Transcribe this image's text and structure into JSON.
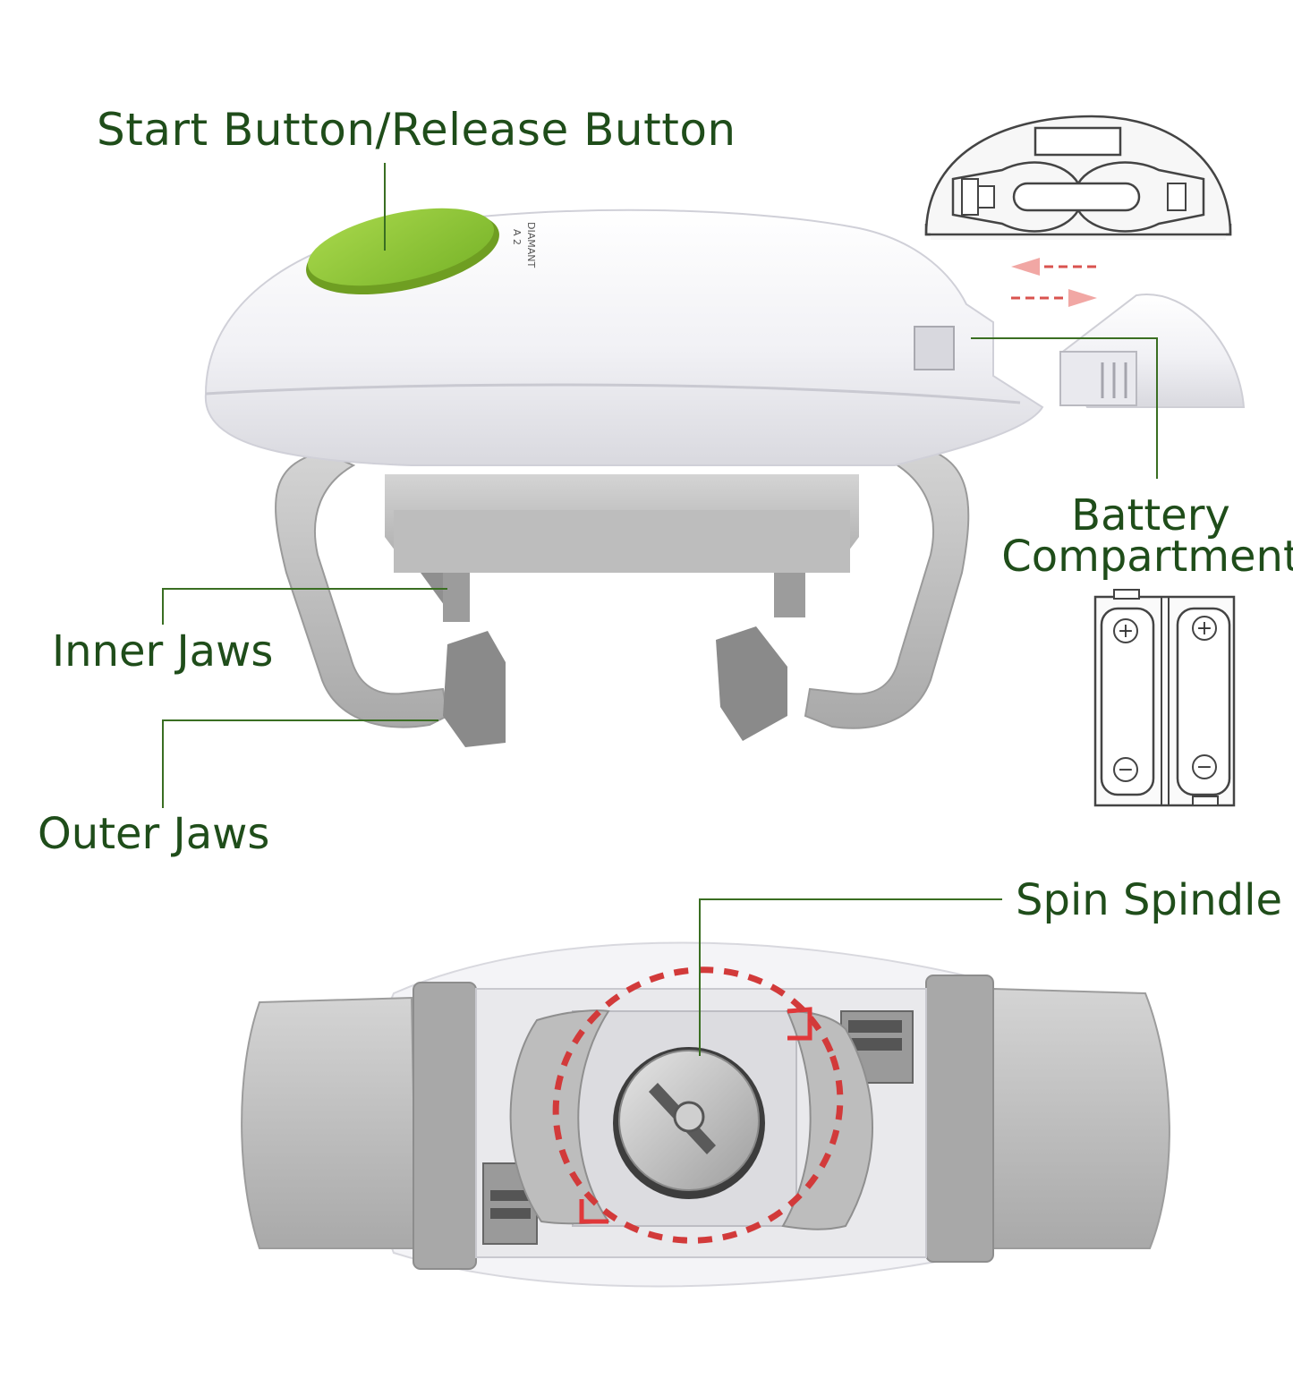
{
  "labels": {
    "start_button": "Start Button/Release Button",
    "battery_line1": "Battery",
    "battery_line2": "Compartment",
    "inner_jaws": "Inner Jaws",
    "outer_jaws": "Outer Jaws",
    "spin_spindle": "Spin Spindle"
  },
  "brand_text": {
    "line1": "DIAMANT",
    "line2": "A 2"
  },
  "colors": {
    "label_text": "#1f4d1a",
    "leader_line": "#3a6e22",
    "button_green": "#8cc63f",
    "arrow_red": "#d9534f",
    "body_white": "#f3f3f6",
    "jaw_grey": "#b8b8b8"
  },
  "battery_symbols": {
    "plus": "+",
    "minus": "−"
  }
}
